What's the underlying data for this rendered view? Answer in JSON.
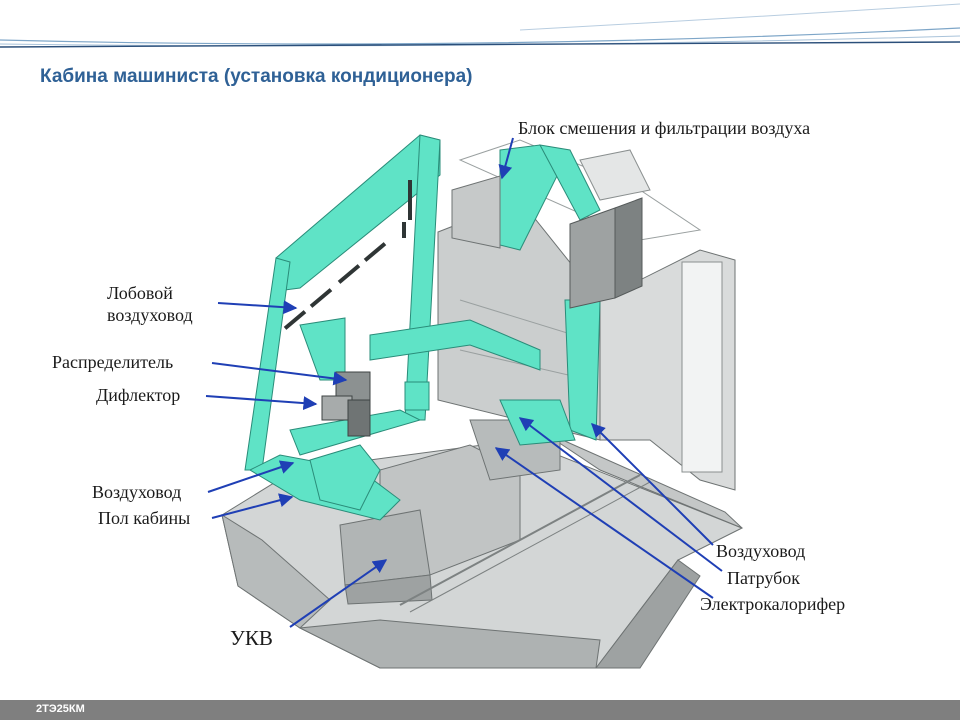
{
  "slide": {
    "title": "Кабина машиниста (установка кондиционера)",
    "footer_label": "2ТЭ25КМ"
  },
  "callouts": {
    "mixing_block": "Блок смешения и фильтрации воздуха",
    "frontal_duct_line1": "Лобовой",
    "frontal_duct_line2": "воздуховод",
    "distributor": "Распределитель",
    "deflector": "Дифлектор",
    "floor_duct": "Воздуховод",
    "cabin_floor": "Пол кабины",
    "ukv": "УКВ",
    "right_duct": "Воздуховод",
    "nozzle": "Патрубок",
    "heater": "Электрокалорифер"
  },
  "colors": {
    "title": "#2f6196",
    "arrow": "#1f3fb5",
    "duct": "#5fe3c6",
    "body_gray": "#c9cccc",
    "footer": "#7f7f7f"
  }
}
